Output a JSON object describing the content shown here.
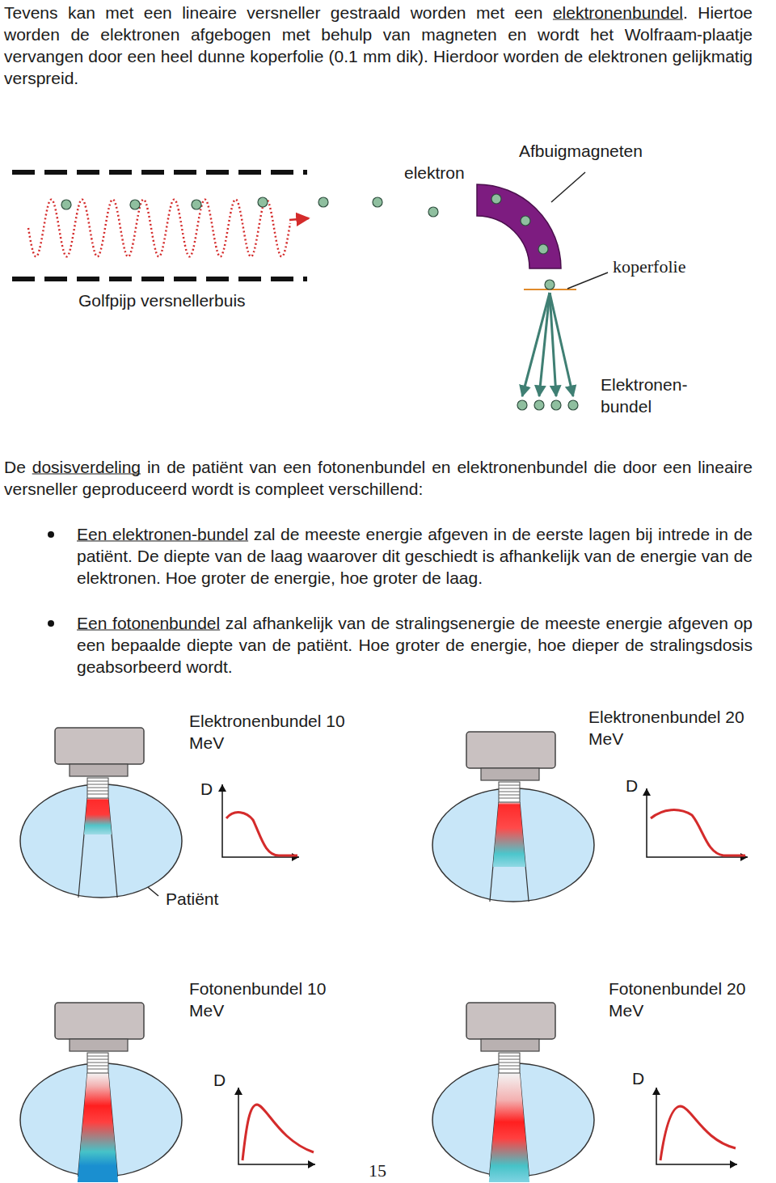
{
  "diagram": {
    "labels": [
      "Tevens kan met een lineaire versneller gestraald worden met een elektronenbundel. Hiertoe worden de elektronen afgebogen met behulp van magneten en wordt het Wolfraam-plaatje vervangen door een heel dunne koperfolie (0.1 mm dik). Hierdoor worden de elektronen gelijkmatig verspreid.",
      "elektron",
      "Afbuigmagneten",
      "koperfolie",
      "Golfpijp versnellerbuis",
      "Elektronen- bundel",
      "De dosisverdeling in de patiënt van een fotonenbundel en elektronenbundel die door een lineaire versneller geproduceerd wordt is compleet verschillend:",
      "Een elektronen-bundel zal de meeste energie afgeven in de eerste lagen bij intrede in de patiënt. De diepte van de laag waarover dit geschiedt is afhankelijk van de energie van de elektronen. Hoe groter de energie, hoe groter de laag.",
      "Een fotonenbundel zal afhankelijk van de stralingsenergie de meeste energie afgeven op een bepaalde diepte van de patiënt. Hoe groter de energie, hoe dieper de stralingsdosis geabsorbeerd wordt.",
      "Elektronenbundel 10 MeV",
      "D",
      "Patiënt",
      "Elektronenbundel 20 MeV",
      "D",
      "Fotonenbundel 10 MeV",
      "D",
      "Fotonenbundel 20 MeV",
      "D",
      "15"
    ]
  }
}
